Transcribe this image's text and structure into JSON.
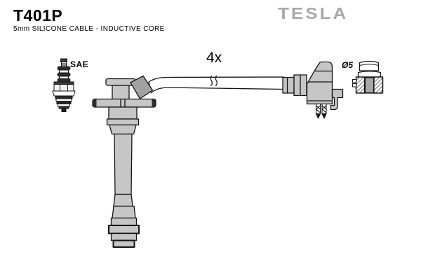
{
  "header": {
    "part_number": "T401P",
    "subtitle": "5mm SILICONE CABLE - INDUCTIVE CORE",
    "brand": "TESLA"
  },
  "diagram": {
    "quantity_label": "4x",
    "spark_plug_standard_label": "SAE",
    "terminal_diameter_label": "Ø5",
    "colors": {
      "outline": "#141414",
      "fill_light": "#c6c6c6",
      "fill_medium": "#a2a2a2",
      "brand_gray": "#a9a9a9",
      "background": "#ffffff"
    }
  }
}
